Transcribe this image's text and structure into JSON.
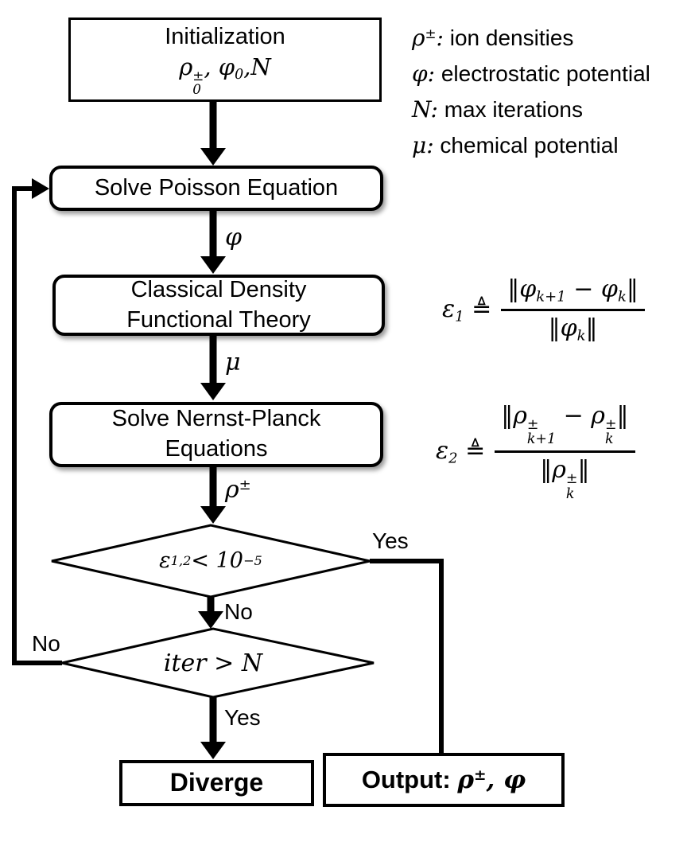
{
  "colors": {
    "line": "#000000",
    "fill": "#ffffff",
    "text": "#000000"
  },
  "nodes": {
    "init": {
      "title": "Initialization",
      "math_parts": [
        {
          "t": "ρ"
        },
        {
          "stack": [
            "±",
            "0"
          ]
        },
        {
          "t": ", φ"
        },
        {
          "sub": "0"
        },
        {
          "t": ",N"
        }
      ]
    },
    "poisson": {
      "label": "Solve Poisson Equation"
    },
    "cdft": {
      "label_line1": "Classical Density",
      "label_line2": "Functional Theory"
    },
    "nernst": {
      "label_line1": "Solve Nernst-Planck",
      "label_line2": "Equations"
    },
    "decision_tolerance": {
      "parts": [
        {
          "t": "ε"
        },
        {
          "sub": "1,2"
        },
        {
          "t": " < 10"
        },
        {
          "sup": "−5"
        }
      ]
    },
    "decision_iterations": {
      "parts": [
        {
          "t": "iter > N"
        }
      ]
    },
    "diverge": {
      "label": "Diverge"
    },
    "output": {
      "prefix": "Output: ",
      "math_parts": [
        {
          "t": "ρ"
        },
        {
          "sup": "±"
        },
        {
          "t": ", φ"
        }
      ]
    }
  },
  "edges": {
    "phi_parts": [
      {
        "t": "φ"
      }
    ],
    "mu_parts": [
      {
        "t": "μ"
      }
    ],
    "rho_parts": [
      {
        "t": "ρ"
      },
      {
        "sup": "±"
      }
    ],
    "yes_tolerance": "Yes",
    "no_tolerance": "No",
    "no_iterations": "No",
    "yes_iterations": "Yes"
  },
  "legend": {
    "items": [
      {
        "symbol_parts": [
          {
            "t": "ρ"
          },
          {
            "sup": "±"
          },
          {
            "t": ":"
          }
        ],
        "text": " ion densities"
      },
      {
        "symbol_parts": [
          {
            "t": "φ:"
          }
        ],
        "text": " electrostatic potential"
      },
      {
        "symbol_parts": [
          {
            "t": "N:"
          }
        ],
        "text": " max iterations"
      },
      {
        "symbol_parts": [
          {
            "t": "μ:"
          }
        ],
        "text": " chemical potential"
      }
    ]
  },
  "formulas": [
    {
      "lhs_parts": [
        {
          "t": "ε"
        },
        {
          "sub": "1"
        },
        {
          "t": " ≜"
        }
      ],
      "num_parts": [
        {
          "t": "‖φ"
        },
        {
          "sub": "k+1"
        },
        {
          "t": " − φ"
        },
        {
          "sub": "k"
        },
        {
          "t": "‖"
        }
      ],
      "den_parts": [
        {
          "t": "‖φ"
        },
        {
          "sub": "k"
        },
        {
          "t": "‖"
        }
      ]
    },
    {
      "lhs_parts": [
        {
          "t": "ε"
        },
        {
          "sub": "2"
        },
        {
          "t": " ≜"
        }
      ],
      "num_parts": [
        {
          "t": "‖ρ"
        },
        {
          "stack": [
            "±",
            "k+1"
          ]
        },
        {
          "t": " − ρ"
        },
        {
          "stack": [
            "±",
            "k"
          ]
        },
        {
          "t": "‖"
        }
      ],
      "den_parts": [
        {
          "t": "‖ρ"
        },
        {
          "stack": [
            "±",
            "k"
          ]
        },
        {
          "t": "‖"
        }
      ]
    }
  ]
}
